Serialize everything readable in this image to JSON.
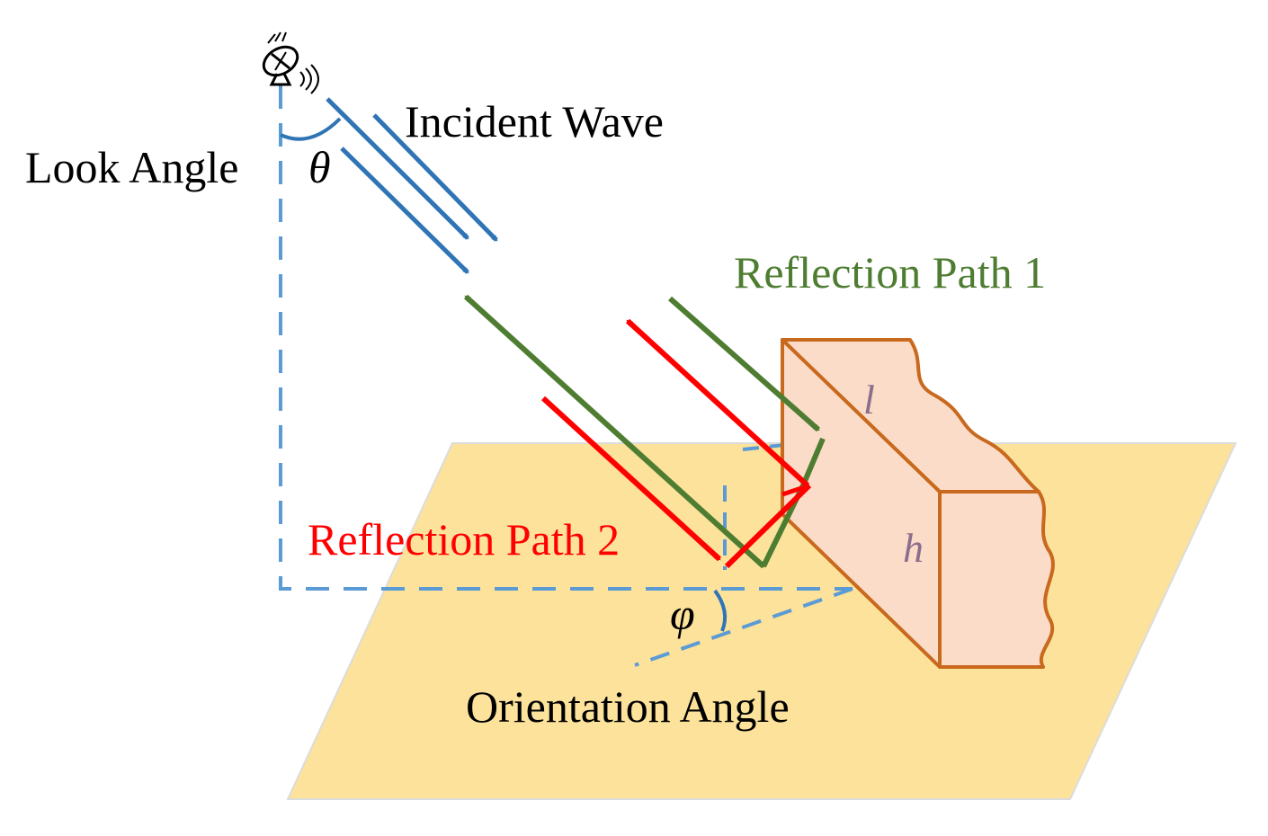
{
  "labels": {
    "look_angle": "Look Angle",
    "incident_wave": "Incident Wave",
    "reflection_path_1": "Reflection Path 1",
    "reflection_path_2": "Reflection Path 2",
    "orientation_angle": "Orientation Angle",
    "theta": "θ",
    "phi": "φ",
    "length": "l",
    "height": "h"
  },
  "colors": {
    "ground": "#fce29a",
    "wall_fill": "#fbdcc8",
    "wall_stroke": "#c8691e",
    "incident": "#2f75b5",
    "guide": "#5b9bd5",
    "path1": "#4e7d32",
    "path2": "#ff0000",
    "dim_label": "#8b6e8c",
    "text": "#000000"
  },
  "icons": {
    "radar": "satellite-dish-icon"
  }
}
